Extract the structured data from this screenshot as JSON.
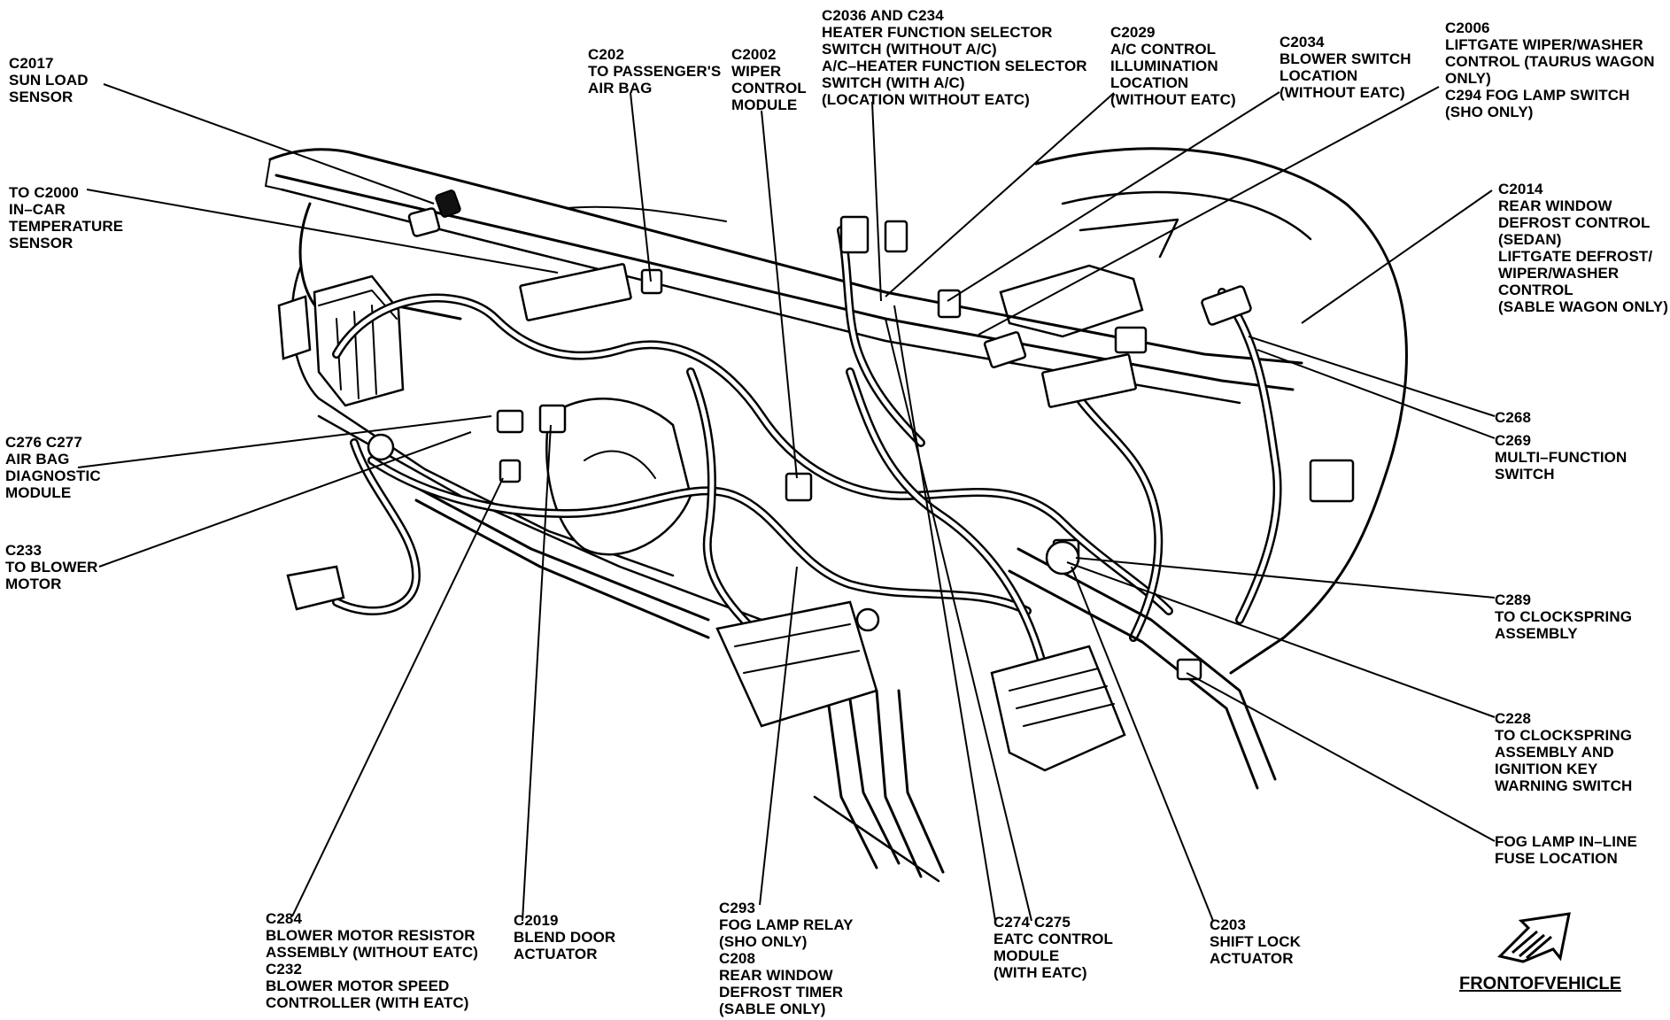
{
  "callouts": [
    {
      "id": "c2017",
      "lines": [
        "C2017",
        "SUN LOAD",
        "SENSOR"
      ]
    },
    {
      "id": "c2000",
      "lines": [
        "TO C2000",
        "IN–CAR",
        "TEMPERATURE",
        "SENSOR"
      ]
    },
    {
      "id": "c202",
      "lines": [
        "C202",
        "TO PASSENGER'S",
        "AIR BAG"
      ]
    },
    {
      "id": "c2002",
      "lines": [
        "C2002",
        "WIPER",
        "CONTROL",
        "MODULE"
      ]
    },
    {
      "id": "c2036",
      "lines": [
        "C2036 AND C234",
        "HEATER FUNCTION SELECTOR",
        "SWITCH (WITHOUT A/C)",
        "A/C–HEATER FUNCTION SELECTOR",
        "SWITCH (WITH A/C)",
        "(LOCATION WITHOUT EATC)"
      ]
    },
    {
      "id": "c2029",
      "lines": [
        "C2029",
        "A/C CONTROL",
        "ILLUMINATION",
        "LOCATION",
        "(WITHOUT EATC)"
      ]
    },
    {
      "id": "c2034",
      "lines": [
        "C2034",
        "BLOWER SWITCH",
        "LOCATION",
        "(WITHOUT EATC)"
      ]
    },
    {
      "id": "c2006",
      "lines": [
        "C2006",
        "LIFTGATE WIPER/WASHER",
        "CONTROL (TAURUS WAGON",
        "ONLY)",
        "C294 FOG LAMP SWITCH",
        "(SHO ONLY)"
      ]
    },
    {
      "id": "c2014",
      "lines": [
        "C2014",
        "REAR WINDOW",
        "DEFROST CONTROL",
        "(SEDAN)",
        "LIFTGATE DEFROST/",
        "WIPER/WASHER",
        "CONTROL",
        "(SABLE WAGON ONLY)"
      ]
    },
    {
      "id": "c268",
      "lines": [
        "C268"
      ]
    },
    {
      "id": "c269",
      "lines": [
        "C269",
        "MULTI–FUNCTION",
        "SWITCH"
      ]
    },
    {
      "id": "c289",
      "lines": [
        "C289",
        "TO CLOCKSPRING",
        "ASSEMBLY"
      ]
    },
    {
      "id": "c228",
      "lines": [
        "C228",
        "TO CLOCKSPRING",
        "ASSEMBLY AND",
        "IGNITION KEY",
        "WARNING SWITCH"
      ]
    },
    {
      "id": "foglamp_fuse",
      "lines": [
        "FOG LAMP IN–LINE",
        "FUSE LOCATION"
      ]
    },
    {
      "id": "c276",
      "lines": [
        "C276 C277",
        "AIR BAG",
        "DIAGNOSTIC",
        "MODULE"
      ]
    },
    {
      "id": "c233",
      "lines": [
        "C233",
        "TO BLOWER",
        "MOTOR"
      ]
    },
    {
      "id": "c284",
      "lines": [
        "C284",
        "BLOWER MOTOR RESISTOR",
        "ASSEMBLY (WITHOUT EATC)",
        "C232",
        "BLOWER MOTOR SPEED",
        "CONTROLLER (WITH EATC)"
      ]
    },
    {
      "id": "c2019",
      "lines": [
        "C2019",
        "BLEND DOOR",
        "ACTUATOR"
      ]
    },
    {
      "id": "c293",
      "lines": [
        "C293",
        "FOG LAMP RELAY",
        "(SHO ONLY)",
        "C208",
        "REAR WINDOW",
        "DEFROST TIMER",
        "(SABLE ONLY)"
      ]
    },
    {
      "id": "c274",
      "lines": [
        "C274 C275",
        "EATC CONTROL",
        "MODULE",
        "(WITH EATC)"
      ]
    },
    {
      "id": "c203",
      "lines": [
        "C203",
        "SHIFT LOCK",
        "ACTUATOR"
      ]
    }
  ],
  "front_of_vehicle": "FRONTOFVEHICLE"
}
